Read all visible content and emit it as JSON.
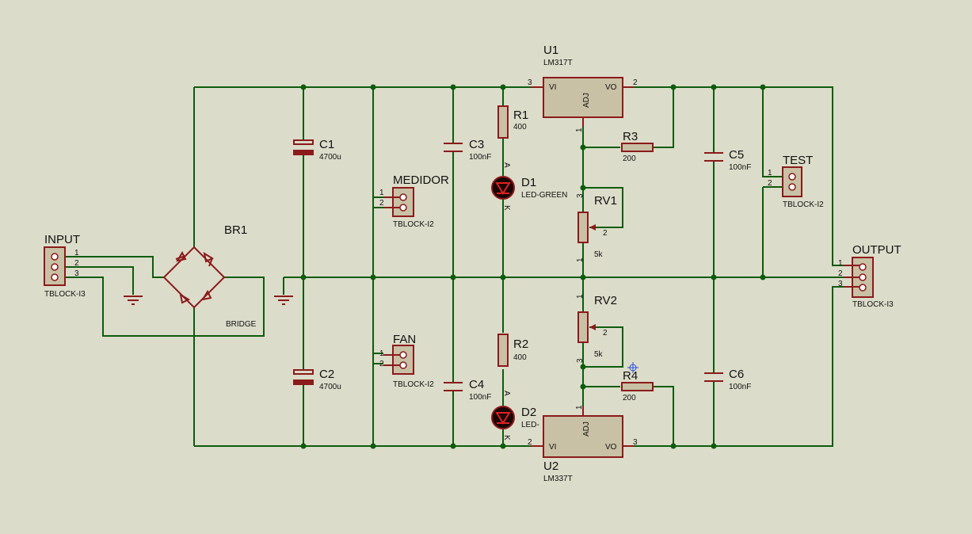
{
  "components": {
    "input": {
      "ref": "INPUT",
      "value": "TBLOCK-I3",
      "pins": [
        "1",
        "2",
        "3"
      ]
    },
    "br1": {
      "ref": "BR1",
      "value": "BRIDGE"
    },
    "c1": {
      "ref": "C1",
      "value": "4700u"
    },
    "c2": {
      "ref": "C2",
      "value": "4700u"
    },
    "medidor": {
      "ref": "MEDIDOR",
      "value": "TBLOCK-I2",
      "pins": [
        "1",
        "2"
      ]
    },
    "fan": {
      "ref": "FAN",
      "value": "TBLOCK-I2",
      "pins": [
        "1",
        "2"
      ]
    },
    "c3": {
      "ref": "C3",
      "value": "100nF"
    },
    "c4": {
      "ref": "C4",
      "value": "100nF"
    },
    "r1": {
      "ref": "R1",
      "value": "400"
    },
    "r2": {
      "ref": "R2",
      "value": "400"
    },
    "d1": {
      "ref": "D1",
      "value": "LED-GREEN",
      "anode": "A",
      "cathode": "K"
    },
    "d2": {
      "ref": "D2",
      "value": "LED-",
      "anode": "A",
      "cathode": "K"
    },
    "u1": {
      "ref": "U1",
      "value": "LM317T",
      "vi": "VI",
      "vo": "VO",
      "adj": "ADJ",
      "pin_in": "3",
      "pin_out": "2",
      "pin_adj": "1"
    },
    "u2": {
      "ref": "U2",
      "value": "LM337T",
      "vi": "VI",
      "vo": "VO",
      "adj": "ADJ",
      "pin_in": "2",
      "pin_out": "3",
      "pin_adj": "1"
    },
    "r3": {
      "ref": "R3",
      "value": "200"
    },
    "r4": {
      "ref": "R4",
      "value": "200"
    },
    "rv1": {
      "ref": "RV1",
      "value": "5k",
      "pins": [
        "3",
        "2",
        "1"
      ]
    },
    "rv2": {
      "ref": "RV2",
      "value": "5k",
      "pins": [
        "1",
        "2",
        "3"
      ]
    },
    "c5": {
      "ref": "C5",
      "value": "100nF"
    },
    "c6": {
      "ref": "C6",
      "value": "100nF"
    },
    "test": {
      "ref": "TEST",
      "value": "TBLOCK-I2",
      "pins": [
        "1",
        "2"
      ]
    },
    "output": {
      "ref": "OUTPUT",
      "value": "TBLOCK-I3",
      "pins": [
        "1",
        "2",
        "3"
      ]
    }
  }
}
